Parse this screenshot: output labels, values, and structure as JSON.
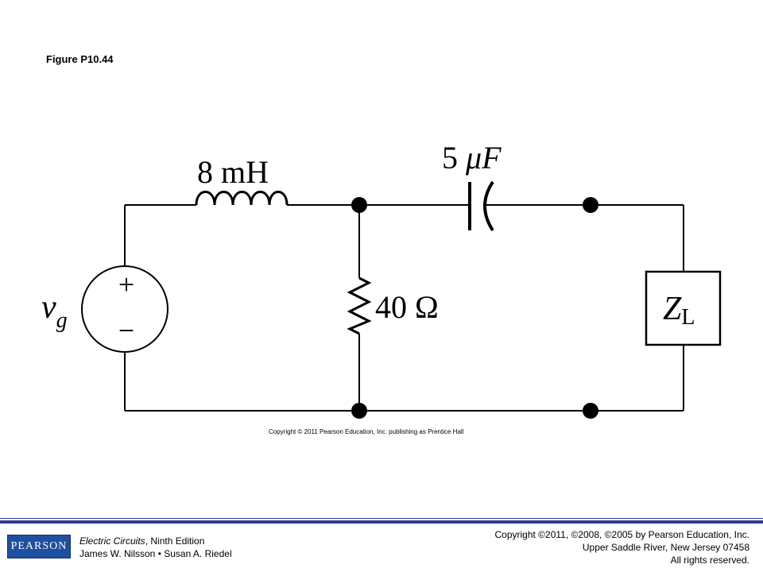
{
  "figure": {
    "title": "Figure P10.44",
    "copyright_line": "Copyright © 2011 Pearson Education, Inc. publishing as Prentice Hall"
  },
  "circuit": {
    "source_label_main": "v",
    "source_label_sub": "g",
    "source_plus": "+",
    "source_minus": "−",
    "inductor_label": "8 mH",
    "capacitor_label_value": "5",
    "capacitor_label_unit": "μF",
    "resistor_label": "40 Ω",
    "load_label_main": "Z",
    "load_label_sub": "L"
  },
  "footer": {
    "logo_text": "PEARSON",
    "book_title": "Electric Circuits",
    "book_edition": ", Ninth Edition",
    "authors": "James W. Nilsson • Susan A. Riedel",
    "copyright_line1": "Copyright ©2011, ©2008, ©2005 by Pearson Education, Inc.",
    "copyright_line2": "Upper Saddle River, New Jersey 07458",
    "copyright_line3": "All rights reserved.",
    "accent_color": "#2f3a8f",
    "logo_color": "#1f4fa0"
  }
}
